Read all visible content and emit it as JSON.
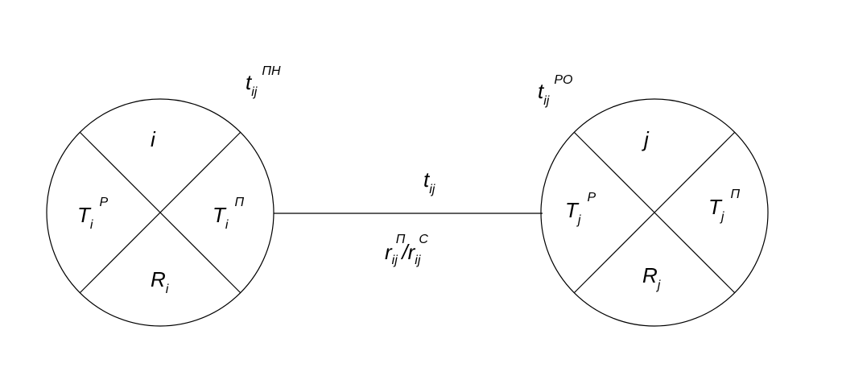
{
  "node_i": {
    "top": "i",
    "left_base": "T",
    "left_sub": "i",
    "left_sup": "Р",
    "right_base": "T",
    "right_sub": "i",
    "right_sup": "П",
    "bottom_base": "R",
    "bottom_sub": "i"
  },
  "node_j": {
    "top": "j",
    "left_base": "T",
    "left_sub": "j",
    "left_sup": "Р",
    "right_base": "T",
    "right_sub": "j",
    "right_sup": "П",
    "bottom_base": "R",
    "bottom_sub": "j"
  },
  "edge": {
    "above_base": "t",
    "above_sub": "ij",
    "below_r1": "r",
    "below_sub1": "ij",
    "below_sup1": "П",
    "below_slash": "/",
    "below_r2": "r",
    "below_sub2": "ij",
    "below_sup2": "С"
  },
  "t_pn": {
    "base": "t",
    "sub": "ij",
    "sup": "ПН"
  },
  "t_ro": {
    "base": "t",
    "sub": "ij",
    "sup": "РО"
  }
}
